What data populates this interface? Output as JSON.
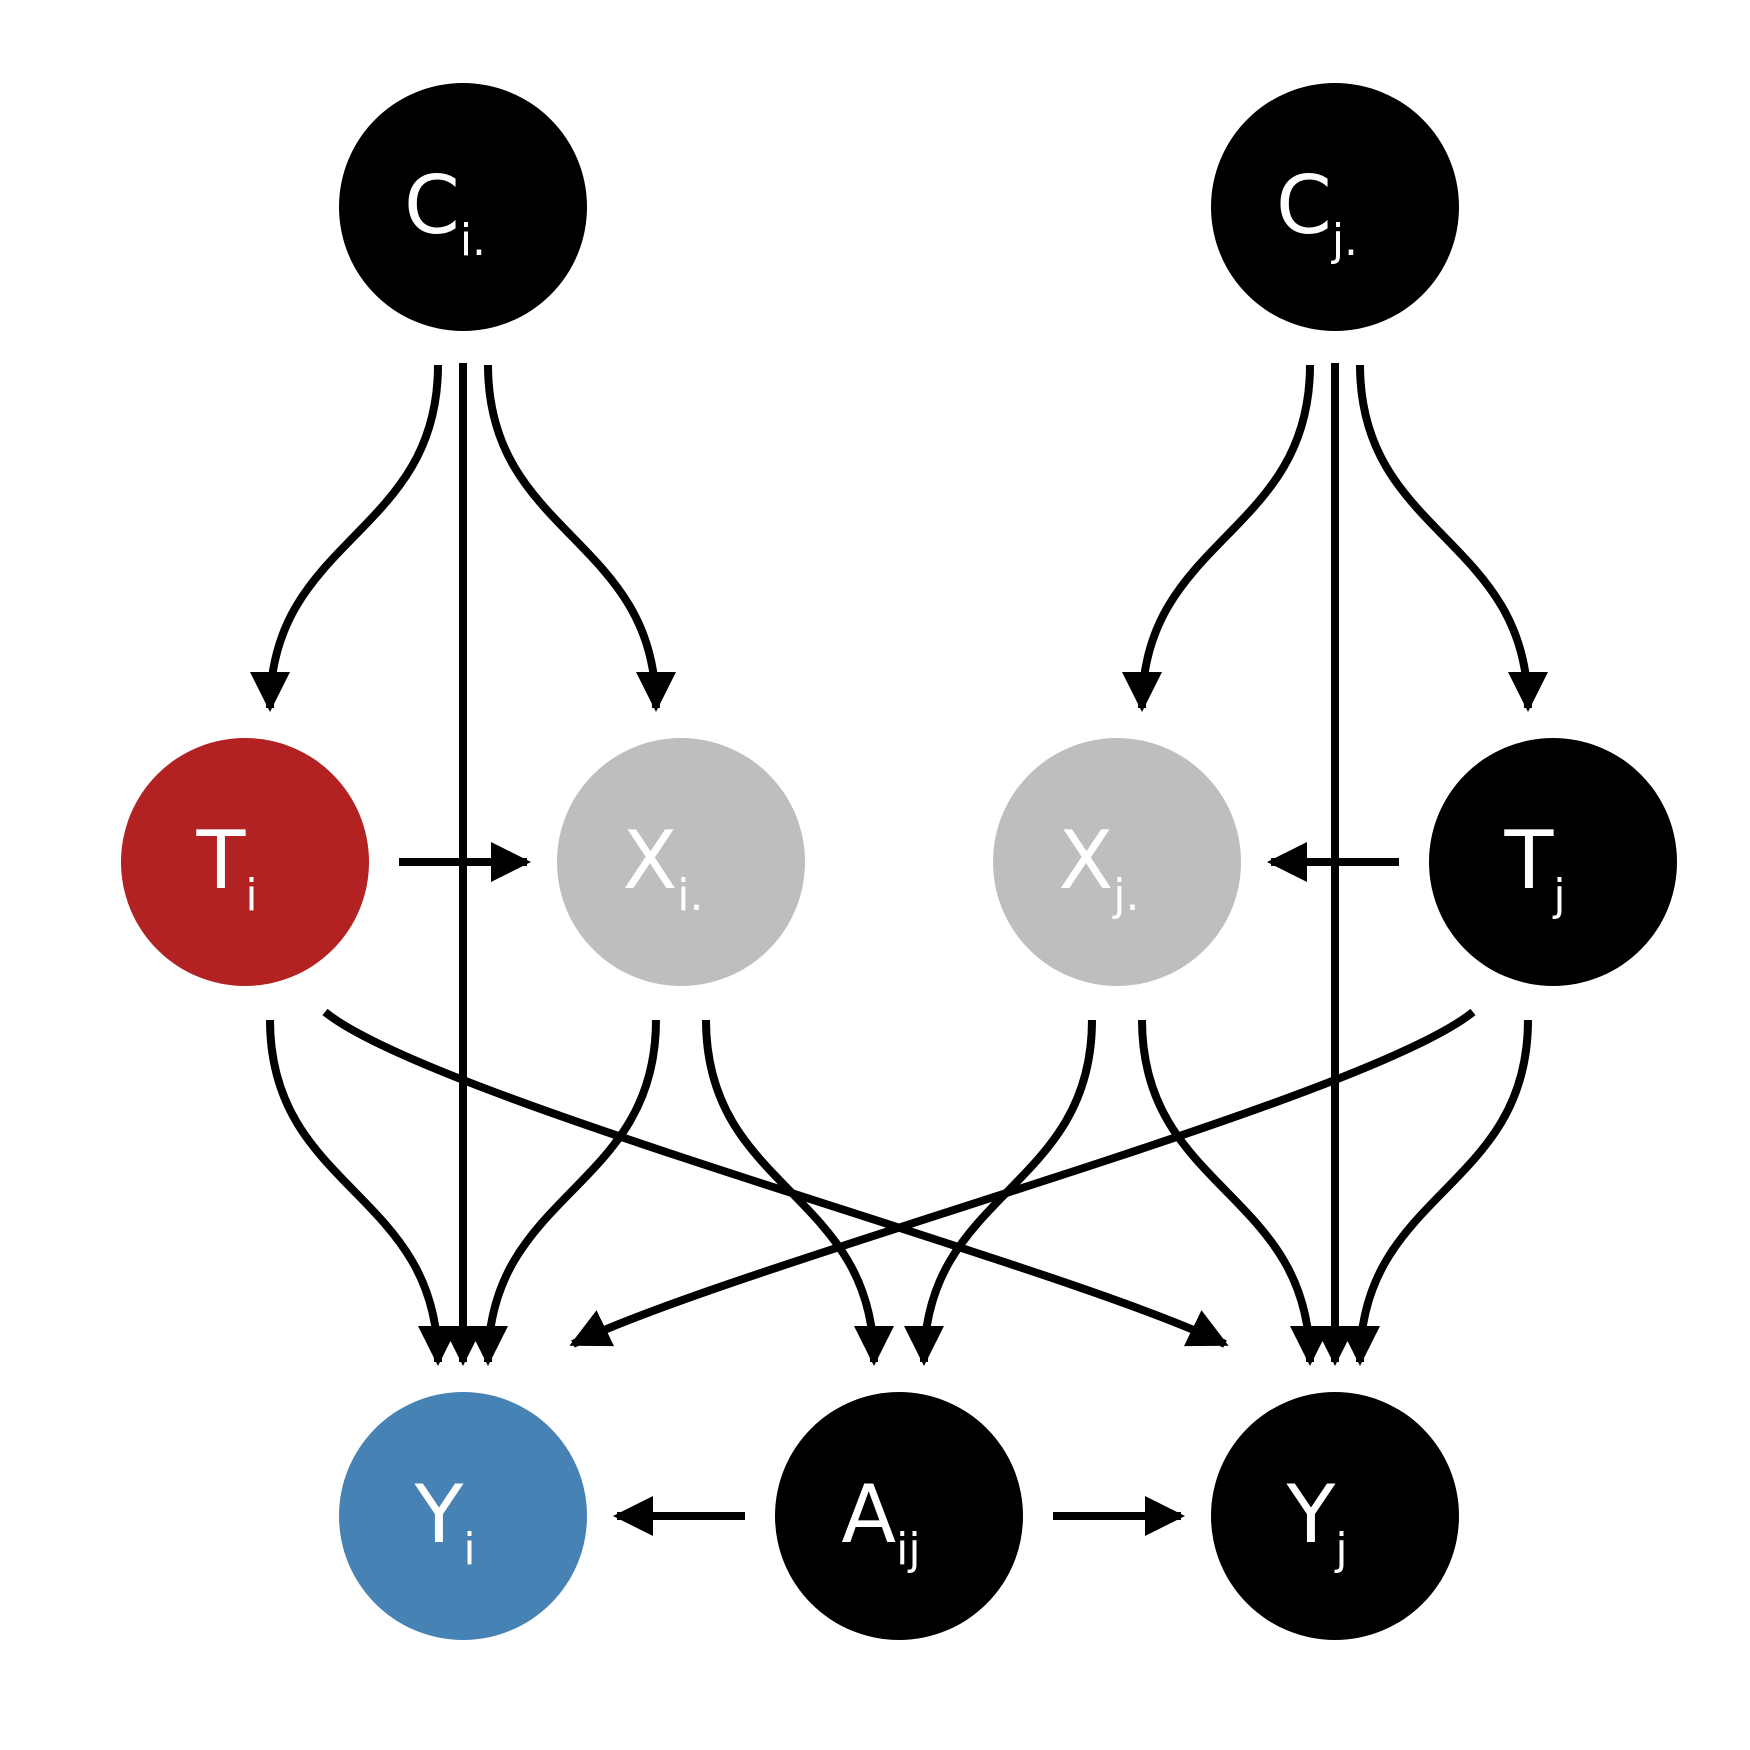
{
  "colors": {
    "default_node": "#000000",
    "treatment_node": "#b22222",
    "outcome_node": "#4682b4",
    "covariate_node": "#bebebe",
    "edge": "#000000",
    "label": "#ffffff"
  },
  "nodes": [
    {
      "id": "Ci",
      "main": "C",
      "sub": "i.",
      "color": "#000000"
    },
    {
      "id": "Cj",
      "main": "C",
      "sub": "j.",
      "color": "#000000"
    },
    {
      "id": "Ti",
      "main": "T",
      "sub": "i",
      "color": "#b22222"
    },
    {
      "id": "Xi",
      "main": "X",
      "sub": "i.",
      "color": "#bebebe"
    },
    {
      "id": "Xj",
      "main": "X",
      "sub": "j.",
      "color": "#bebebe"
    },
    {
      "id": "Tj",
      "main": "T",
      "sub": "j",
      "color": "#000000"
    },
    {
      "id": "Yi",
      "main": "Y",
      "sub": "i",
      "color": "#4682b4"
    },
    {
      "id": "Aij",
      "main": "A",
      "sub": "ij",
      "color": "#000000"
    },
    {
      "id": "Yj",
      "main": "Y",
      "sub": "j",
      "color": "#000000"
    }
  ],
  "edges": [
    {
      "from": "Ci",
      "to": "Ti"
    },
    {
      "from": "Ci",
      "to": "Xi"
    },
    {
      "from": "Ci",
      "to": "Yi"
    },
    {
      "from": "Cj",
      "to": "Xj"
    },
    {
      "from": "Cj",
      "to": "Tj"
    },
    {
      "from": "Cj",
      "to": "Yj"
    },
    {
      "from": "Ti",
      "to": "Xi"
    },
    {
      "from": "Tj",
      "to": "Xj"
    },
    {
      "from": "Ti",
      "to": "Yi"
    },
    {
      "from": "Ti",
      "to": "Yj"
    },
    {
      "from": "Xi",
      "to": "Yi"
    },
    {
      "from": "Xi",
      "to": "Aij"
    },
    {
      "from": "Xj",
      "to": "Aij"
    },
    {
      "from": "Xj",
      "to": "Yj"
    },
    {
      "from": "Tj",
      "to": "Yi"
    },
    {
      "from": "Tj",
      "to": "Yj"
    },
    {
      "from": "Aij",
      "to": "Yi"
    },
    {
      "from": "Aij",
      "to": "Yj"
    }
  ]
}
